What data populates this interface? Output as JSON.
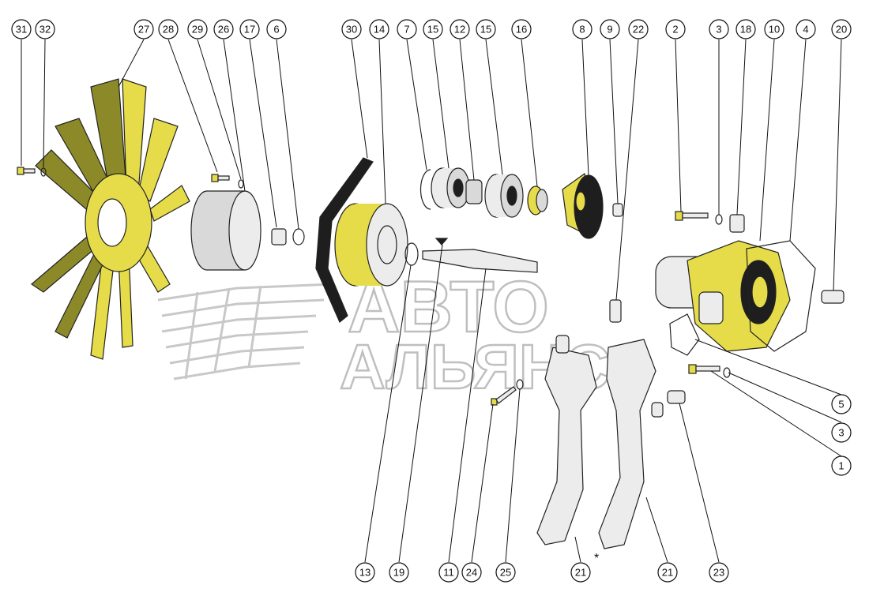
{
  "callouts": [
    {
      "id": "c31",
      "text": "31"
    },
    {
      "id": "c32",
      "text": "32"
    },
    {
      "id": "c27",
      "text": "27"
    },
    {
      "id": "c28",
      "text": "28"
    },
    {
      "id": "c29",
      "text": "29"
    },
    {
      "id": "c26",
      "text": "26"
    },
    {
      "id": "c17",
      "text": "17"
    },
    {
      "id": "c6",
      "text": "6"
    },
    {
      "id": "c30",
      "text": "30"
    },
    {
      "id": "c14",
      "text": "14"
    },
    {
      "id": "c7",
      "text": "7"
    },
    {
      "id": "c15a",
      "text": "15"
    },
    {
      "id": "c12",
      "text": "12"
    },
    {
      "id": "c15b",
      "text": "15"
    },
    {
      "id": "c16",
      "text": "16"
    },
    {
      "id": "c8",
      "text": "8"
    },
    {
      "id": "c9",
      "text": "9"
    },
    {
      "id": "c22",
      "text": "22"
    },
    {
      "id": "c2",
      "text": "2"
    },
    {
      "id": "c3a",
      "text": "3"
    },
    {
      "id": "c18",
      "text": "18"
    },
    {
      "id": "c10",
      "text": "10"
    },
    {
      "id": "c4",
      "text": "4"
    },
    {
      "id": "c20",
      "text": "20"
    },
    {
      "id": "c5",
      "text": "5"
    },
    {
      "id": "c3b",
      "text": "3"
    },
    {
      "id": "c1",
      "text": "1"
    },
    {
      "id": "c13",
      "text": "13"
    },
    {
      "id": "c19",
      "text": "19"
    },
    {
      "id": "c11",
      "text": "11"
    },
    {
      "id": "c24",
      "text": "24"
    },
    {
      "id": "c25",
      "text": "25"
    },
    {
      "id": "c21a",
      "text": "21"
    },
    {
      "id": "c21b",
      "text": "21"
    },
    {
      "id": "c23",
      "text": "23"
    }
  ],
  "asterisk": "*",
  "watermark": {
    "line1": "АВТО",
    "line2": "АЛЬЯНС"
  },
  "colors": {
    "part_yellow": "#e6dc4a",
    "part_olive": "#8c8a28",
    "part_grey": "#d9d9d9",
    "watermark": "#bfbfbf"
  }
}
